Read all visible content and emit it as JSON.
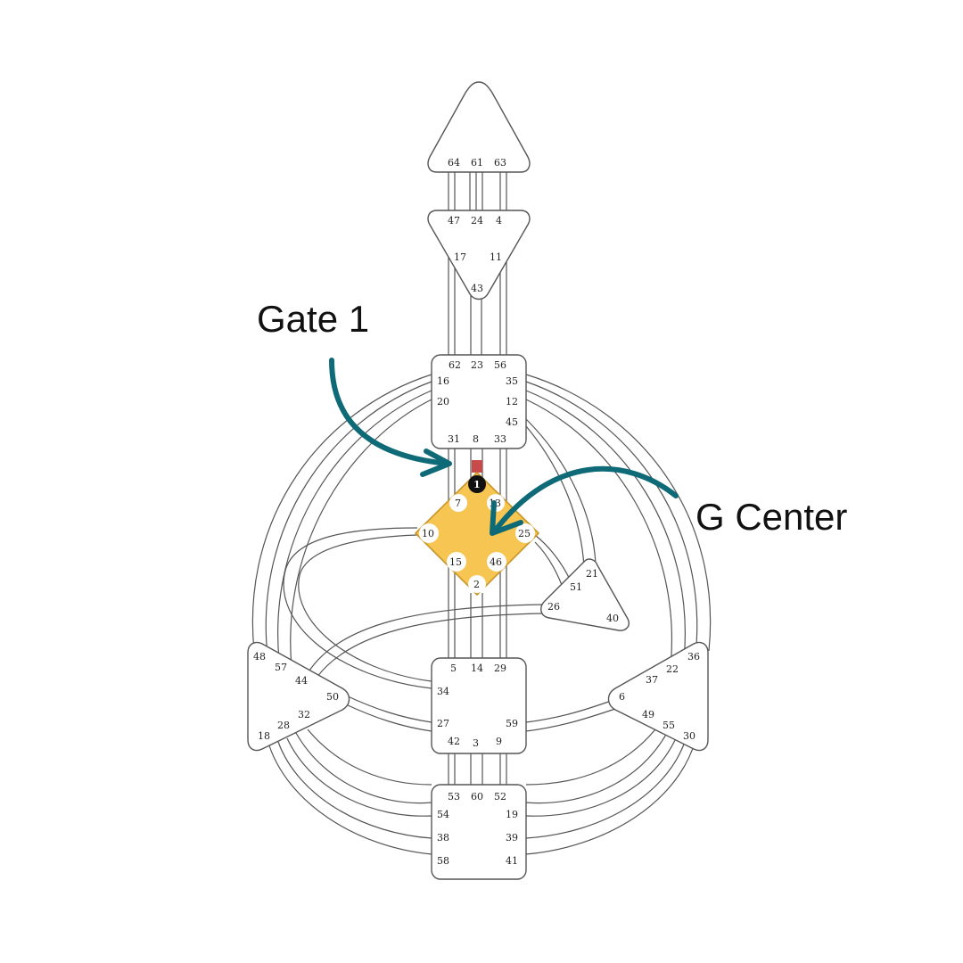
{
  "annotations": {
    "gate_label": "Gate 1",
    "center_label": "G Center",
    "arrow_color": "#0e6a76"
  },
  "colors": {
    "defined_center": "#f6c552",
    "activated_gate": "#c84a4a"
  },
  "centers": {
    "head": {
      "gates": [
        "64",
        "61",
        "63"
      ]
    },
    "ajna": {
      "gates": [
        "47",
        "24",
        "4",
        "17",
        "11",
        "43"
      ]
    },
    "throat": {
      "gates": [
        "62",
        "23",
        "56",
        "16",
        "35",
        "20",
        "12",
        "45",
        "31",
        "8",
        "33"
      ]
    },
    "g": {
      "gates": [
        "1",
        "7",
        "13",
        "10",
        "25",
        "15",
        "46",
        "2"
      ],
      "active_gate": "1"
    },
    "ego": {
      "gates": [
        "21",
        "51",
        "26",
        "40"
      ]
    },
    "sacral": {
      "gates": [
        "5",
        "14",
        "29",
        "34",
        "27",
        "59",
        "42",
        "3",
        "9"
      ]
    },
    "root": {
      "gates": [
        "53",
        "60",
        "52",
        "54",
        "19",
        "38",
        "39",
        "58",
        "41"
      ]
    },
    "spleen": {
      "gates": [
        "48",
        "57",
        "44",
        "50",
        "32",
        "28",
        "18"
      ]
    },
    "solar_plexus": {
      "gates": [
        "36",
        "22",
        "37",
        "6",
        "49",
        "55",
        "30"
      ]
    }
  }
}
